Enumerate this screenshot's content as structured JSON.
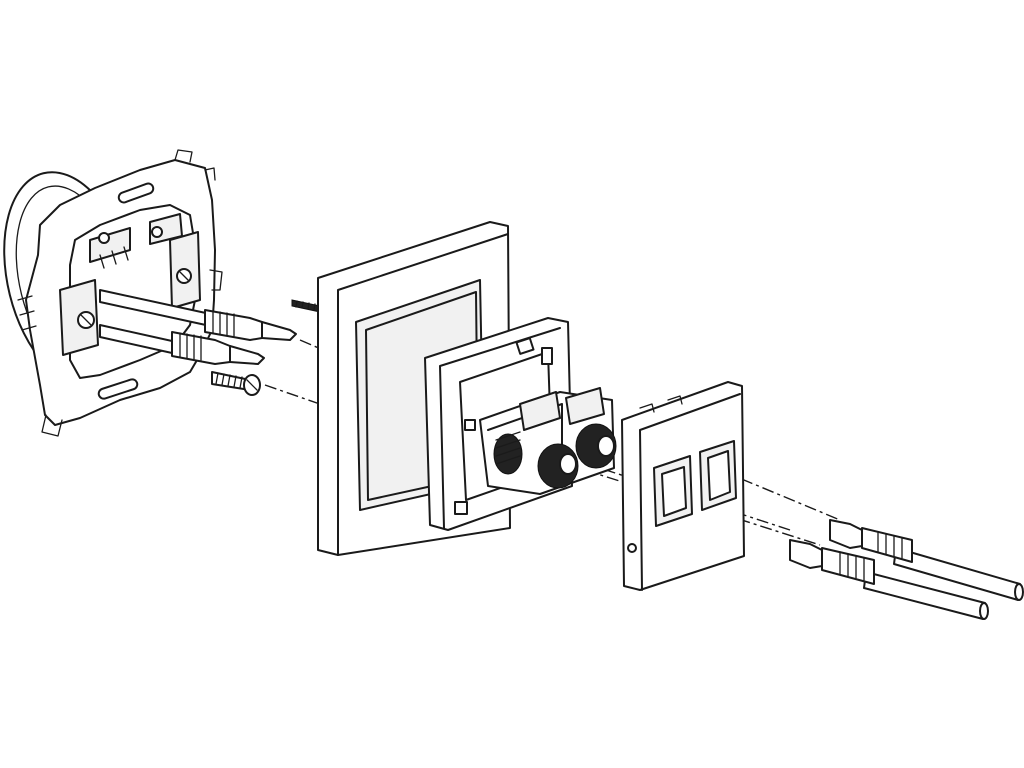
{
  "diagram": {
    "components": [
      "mounting-frame-with-claws",
      "speaker-wire-banana-plugs",
      "fixing-screw",
      "cover-frame",
      "intermediate-frame",
      "speaker-terminal-module",
      "cover-plate-with-two-openings",
      "banana-plugs-with-cables"
    ],
    "line_color": "#1a1a1a",
    "background_color": "#ffffff"
  }
}
